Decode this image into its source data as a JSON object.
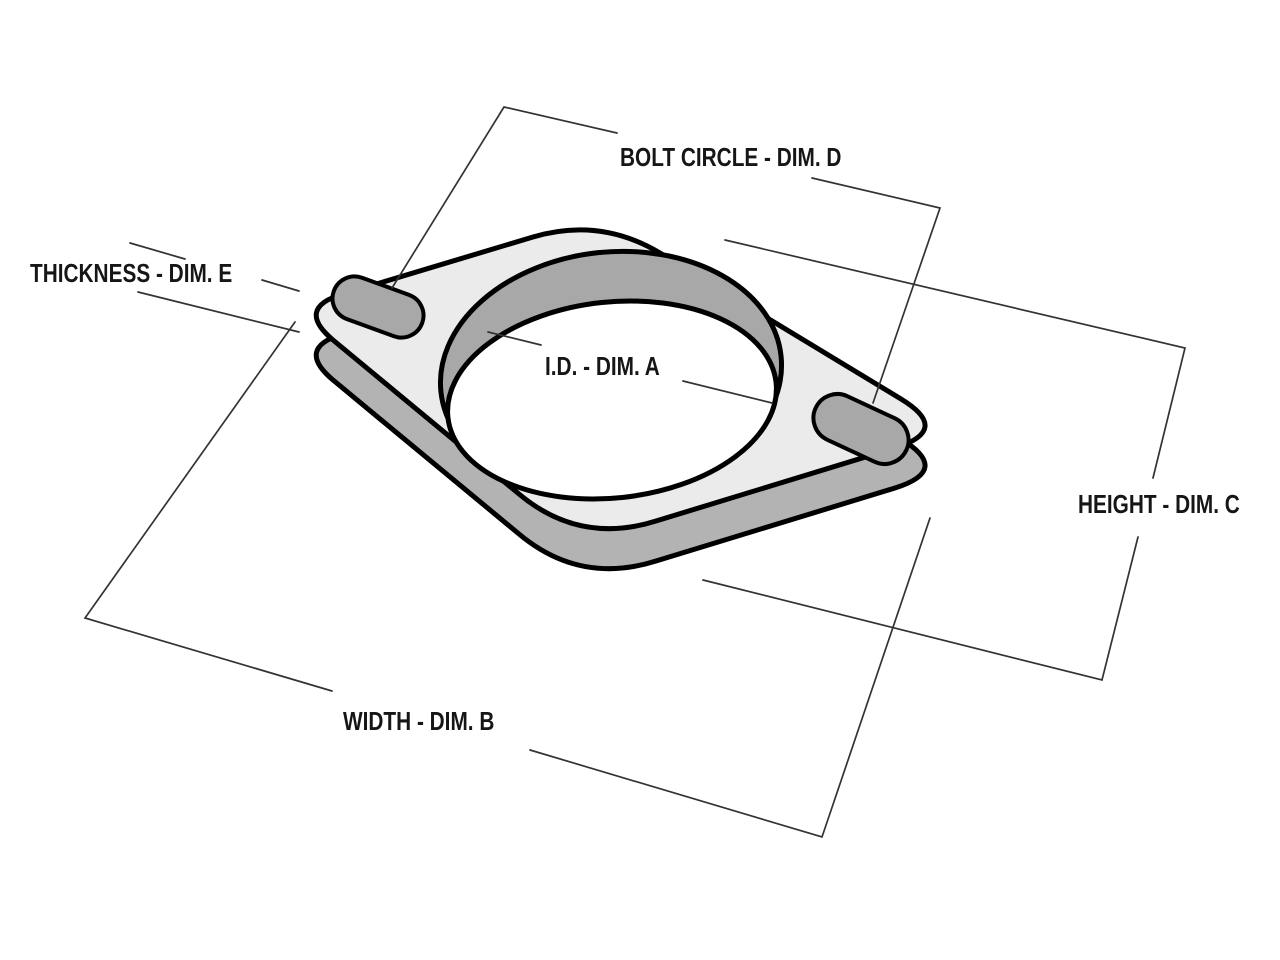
{
  "figure": {
    "title": "Two-bolt exhaust flange dimension diagram",
    "labels": {
      "bolt_circle": "BOLT CIRCLE - DIM. D",
      "thickness": "THICKNESS - DIM. E",
      "inner_diameter": "I.D. - DIM. A",
      "height": "HEIGHT - DIM. C",
      "width": "WIDTH - DIM. B"
    },
    "colors": {
      "background": "#ffffff",
      "top_face": "#ebebeb",
      "side_face": "#b3b3b3",
      "bore_wall": "#a8a8a8",
      "slot_fill": "#a8a8a8",
      "outline": "#000000",
      "leader_line": "#333333",
      "label_text": "#161616"
    }
  }
}
